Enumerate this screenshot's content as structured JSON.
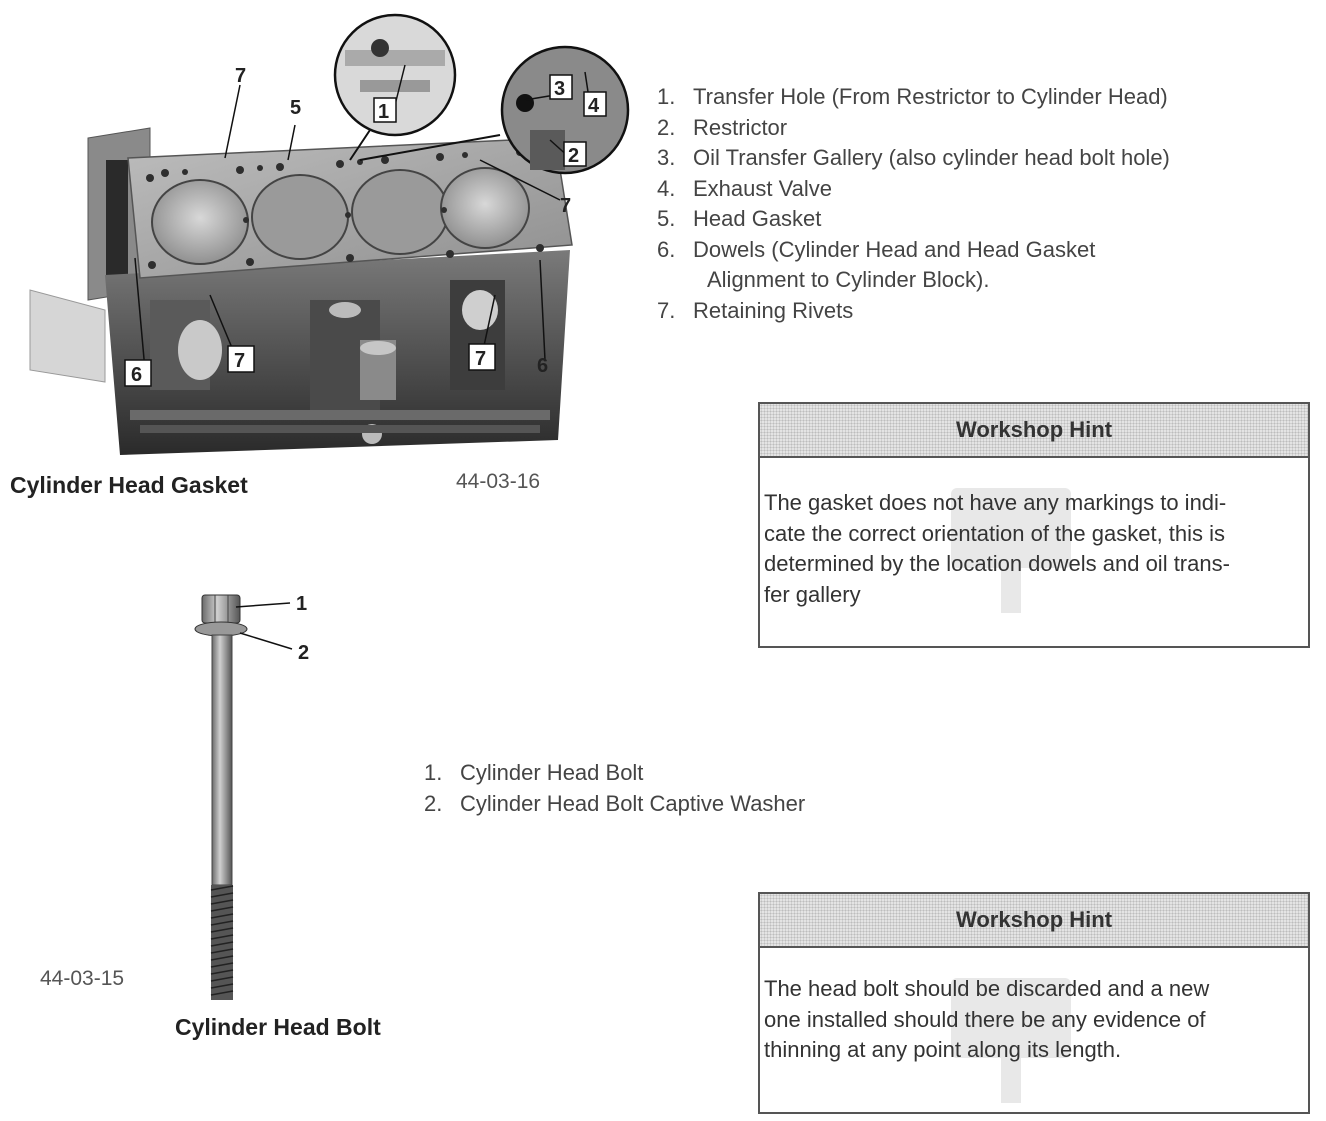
{
  "figure1": {
    "caption": "Cylinder Head Gasket",
    "ref": "44-03-16",
    "callouts": {
      "c1": "1",
      "c2": "2",
      "c3": "3",
      "c4": "4",
      "c5": "5",
      "c6a": "6",
      "c6b": "6",
      "c7a": "7",
      "c7b": "7",
      "c7c": "7",
      "c7d": "7"
    }
  },
  "legend1": [
    {
      "num": "1.",
      "text": "Transfer Hole (From Restrictor to Cylinder Head)"
    },
    {
      "num": "2.",
      "text": "Restrictor"
    },
    {
      "num": "3.",
      "text": "Oil Transfer Gallery (also cylinder head bolt hole)"
    },
    {
      "num": "4.",
      "text": "Exhaust Valve"
    },
    {
      "num": "5.",
      "text": "Head Gasket"
    },
    {
      "num": "6.",
      "text": "Dowels (Cylinder Head and Head Gasket",
      "cont": "Alignment to Cylinder Block)."
    },
    {
      "num": "7.",
      "text": "Retaining Rivets"
    }
  ],
  "hint1": {
    "title": "Workshop Hint",
    "lines": [
      "The gasket does not have any markings to indi-",
      "cate the correct orientation of the gasket, this is",
      "determined by the location dowels and oil trans-",
      "fer gallery"
    ]
  },
  "figure2": {
    "caption": "Cylinder Head Bolt",
    "ref": "44-03-15",
    "callouts": {
      "c1": "1",
      "c2": "2"
    }
  },
  "legend2": [
    {
      "num": "1.",
      "text": "Cylinder Head Bolt"
    },
    {
      "num": "2.",
      "text": "Cylinder Head Bolt Captive Washer"
    }
  ],
  "hint2": {
    "title": "Workshop Hint",
    "lines": [
      "The head bolt should be discarded and a new",
      "one installed should there be any evidence of",
      "thinning at any point along its length."
    ]
  }
}
